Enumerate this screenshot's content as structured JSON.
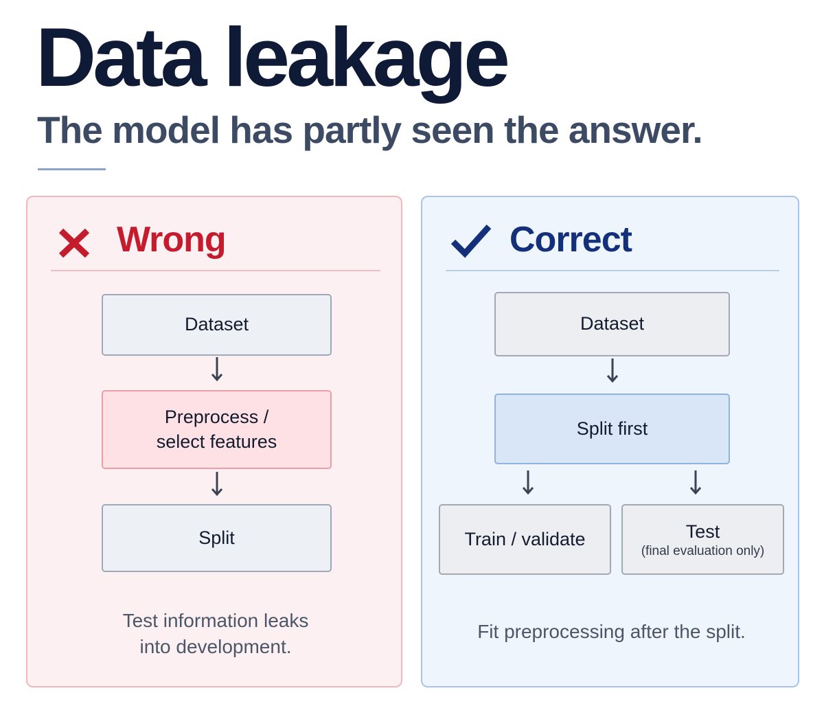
{
  "title": "Data leakage",
  "subtitle": "The model has partly seen the answer.",
  "colors": {
    "navy": "#0e1a36",
    "wrong_red": "#c41c2d",
    "correct_blue": "#14307a",
    "wrong_panel_bg": "#fdf0f2",
    "correct_panel_bg": "#eef5fd"
  },
  "wrong": {
    "icon": "x-mark-icon",
    "heading": "Wrong",
    "steps": {
      "dataset": "Dataset",
      "preprocess_line1": "Preprocess /",
      "preprocess_line2": "select features",
      "split": "Split"
    },
    "caption_line1": "Test information leaks",
    "caption_line2": "into development."
  },
  "correct": {
    "icon": "check-mark-icon",
    "heading": "Correct",
    "steps": {
      "dataset": "Dataset",
      "split_first": "Split first",
      "train": "Train / validate",
      "test": "Test",
      "test_note": "(final evaluation only)"
    },
    "caption": "Fit preprocessing after the split."
  }
}
